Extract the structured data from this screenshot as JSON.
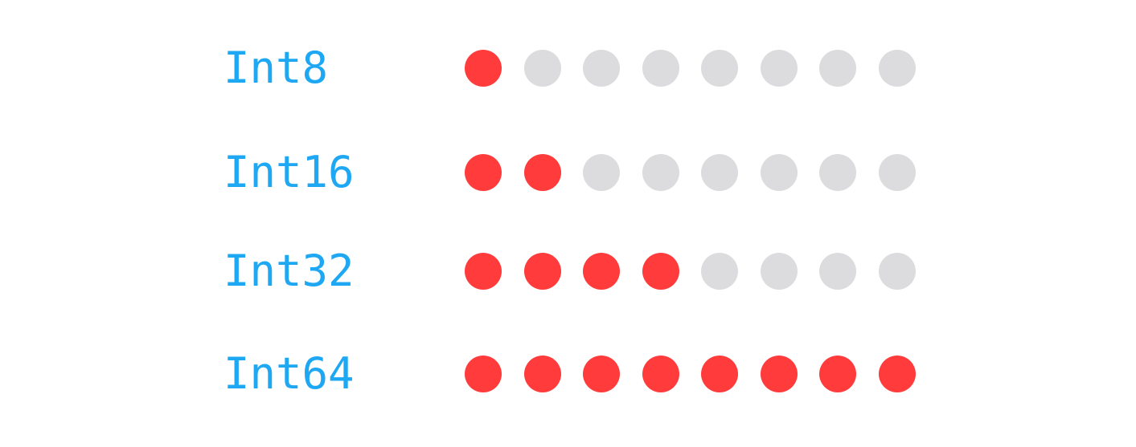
{
  "colors": {
    "label": "#1ea7f2",
    "filled": "#ff3b3b",
    "empty": "#dcdcde"
  },
  "total_dots": 8,
  "rows": [
    {
      "label": "Int8",
      "filled": 1
    },
    {
      "label": "Int16",
      "filled": 2
    },
    {
      "label": "Int32",
      "filled": 4
    },
    {
      "label": "Int64",
      "filled": 8
    }
  ]
}
